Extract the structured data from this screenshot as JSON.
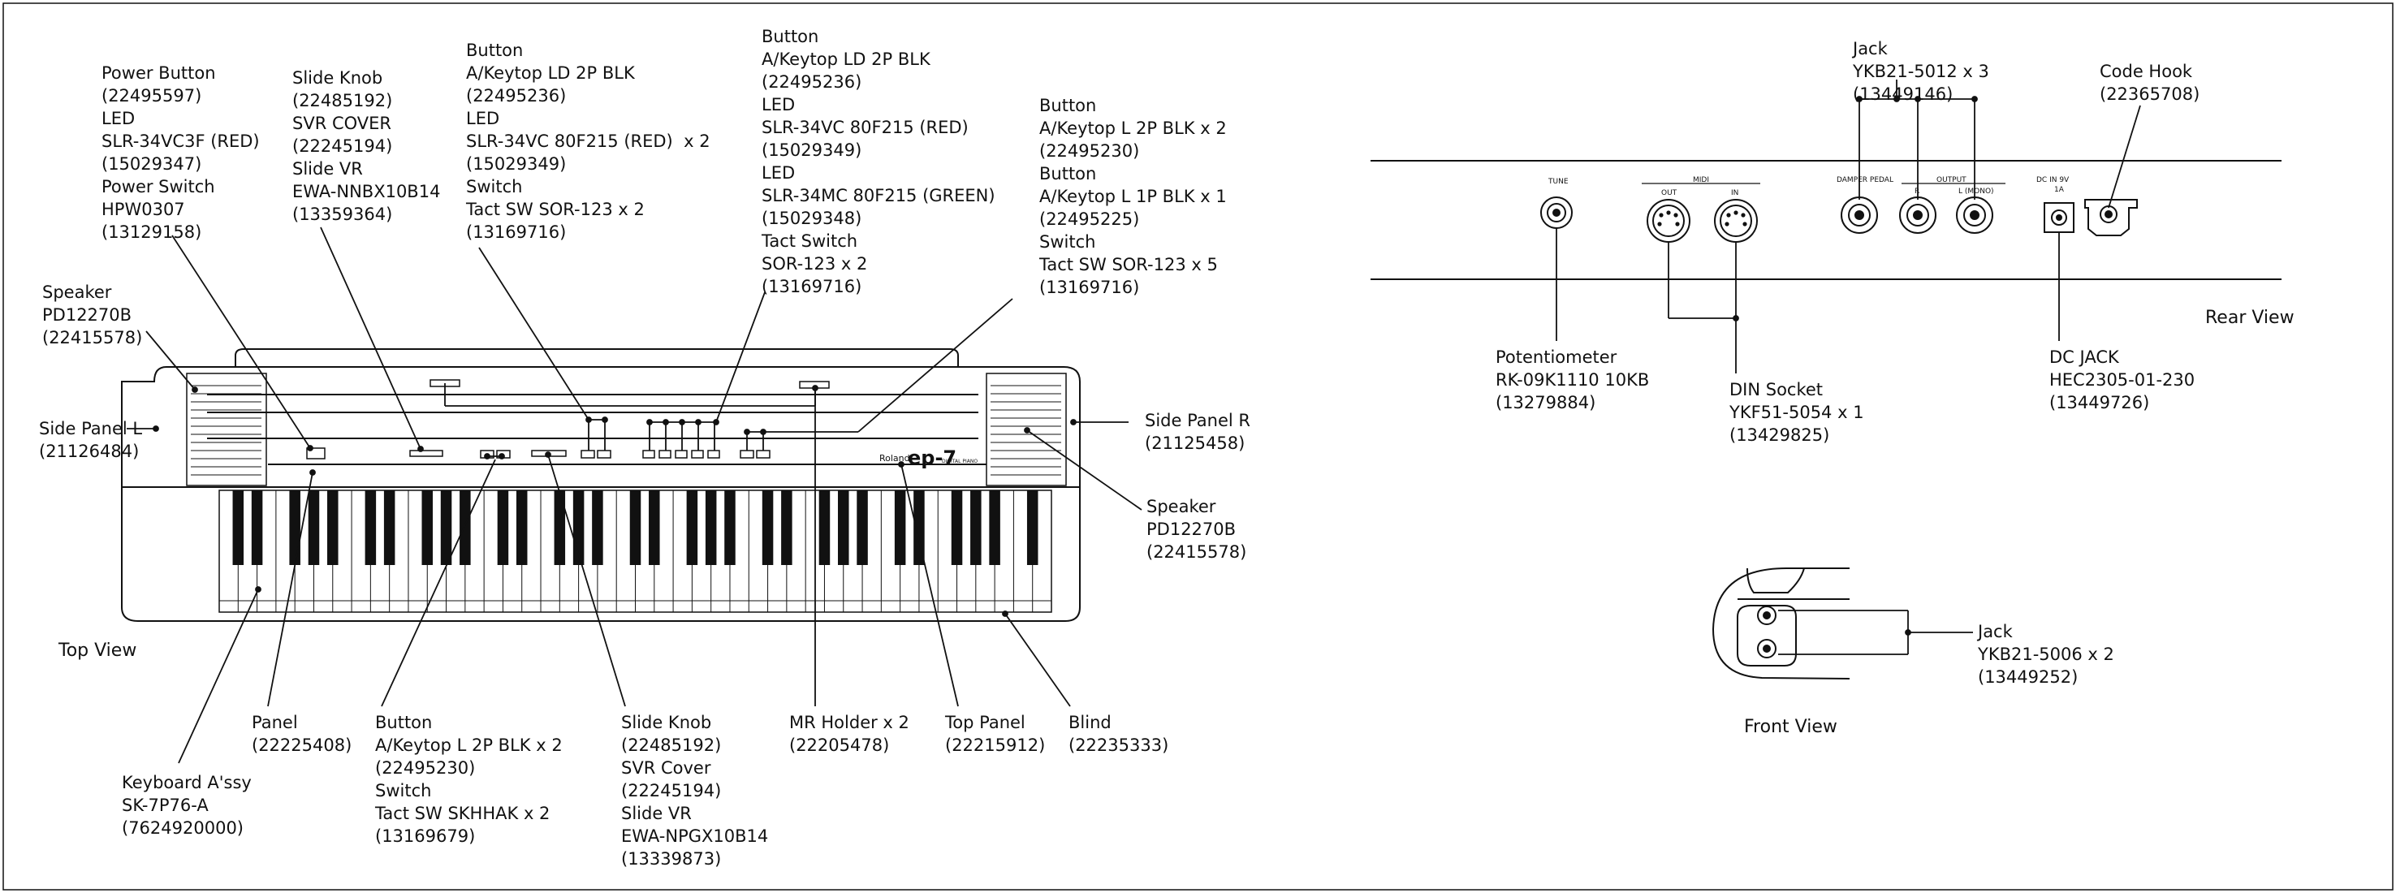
{
  "views": {
    "top": "Top View",
    "rear": "Rear View",
    "front": "Front View"
  },
  "keyboard_branding": {
    "brand": "Roland",
    "model": "ep-7",
    "subtitle": "DIGITAL PIANO"
  },
  "rear_panel_markings": {
    "tune": "TUNE",
    "midi": "MIDI",
    "midi_out": "OUT",
    "midi_in": "IN",
    "damper_pedal": "DAMPER PEDAL",
    "output": "OUTPUT",
    "output_r": "R",
    "output_l": "L (MONO)",
    "dc_in": "DC IN 9V",
    "dc_in_current": "1A"
  },
  "callouts": {
    "power_group": [
      "Power Button",
      "(22495597)",
      "LED",
      "SLR-34VC3F (RED)",
      "(15029347)",
      "Power Switch",
      "HPW0307",
      "(13129158)"
    ],
    "slide_knob_top": [
      "Slide Knob",
      "(22485192)",
      "SVR COVER",
      "(22245194)",
      "Slide VR",
      "EWA-NNBX10B14",
      "(13359364)"
    ],
    "button_ld_left": [
      "Button",
      "A/Keytop LD 2P BLK",
      "(22495236)",
      "LED",
      "SLR-34VC 80F215 (RED)  x 2",
      "(15029349)",
      "Switch",
      "Tact SW SOR-123 x 2",
      "(13169716)"
    ],
    "button_ld_right": [
      "Button",
      "A/Keytop LD 2P BLK",
      "(22495236)",
      "LED",
      "SLR-34VC 80F215 (RED)",
      "(15029349)",
      "LED",
      "SLR-34MC 80F215 (GREEN)",
      "(15029348)",
      "Tact Switch",
      "SOR-123 x 2",
      "(13169716)"
    ],
    "button_l_right": [
      "Button",
      "A/Keytop L 2P BLK x 2",
      "(22495230)",
      "Button",
      "A/Keytop L 1P BLK x 1",
      "(22495225)",
      "Switch",
      "Tact SW SOR-123 x 5",
      "(13169716)"
    ],
    "speaker_left": [
      "Speaker",
      "PD12270B",
      "(22415578)"
    ],
    "side_panel_l": [
      "Side Panel L",
      "(21126484)"
    ],
    "side_panel_r": [
      "Side Panel R",
      "(21125458)"
    ],
    "speaker_right": [
      "Speaker",
      "PD12270B",
      "(22415578)"
    ],
    "panel": [
      "Panel",
      "(22225408)"
    ],
    "keyboard_assy": [
      "Keyboard A'ssy",
      "SK-7P76-A",
      "(7624920000)"
    ],
    "button_l_bottom": [
      "Button",
      "A/Keytop L 2P BLK x 2",
      "(22495230)",
      "Switch",
      "Tact SW SKHHAK x 2",
      "(13169679)"
    ],
    "slide_knob_bottom": [
      "Slide Knob",
      "(22485192)",
      "SVR Cover",
      "(22245194)",
      "Slide VR",
      "EWA-NPGX10B14",
      "(13339873)"
    ],
    "mr_holder": [
      "MR Holder x 2",
      "(22205478)"
    ],
    "top_panel": [
      "Top Panel",
      "(22215912)"
    ],
    "blind": [
      "Blind",
      "(22235333)"
    ],
    "jack_rear": [
      "Jack",
      "YKB21-5012 x 3",
      "(13449146)"
    ],
    "code_hook": [
      "Code Hook",
      "(22365708)"
    ],
    "potentiometer": [
      "Potentiometer",
      "RK-09K1110 10KB",
      "(13279884)"
    ],
    "din_socket": [
      "DIN Socket",
      "YKF51-5054 x 1",
      "(13429825)"
    ],
    "dc_jack": [
      "DC JACK",
      "HEC2305-01-230",
      "(13449726)"
    ],
    "jack_front": [
      "Jack",
      "YKB21-5006 x 2",
      "(13449252)"
    ]
  }
}
